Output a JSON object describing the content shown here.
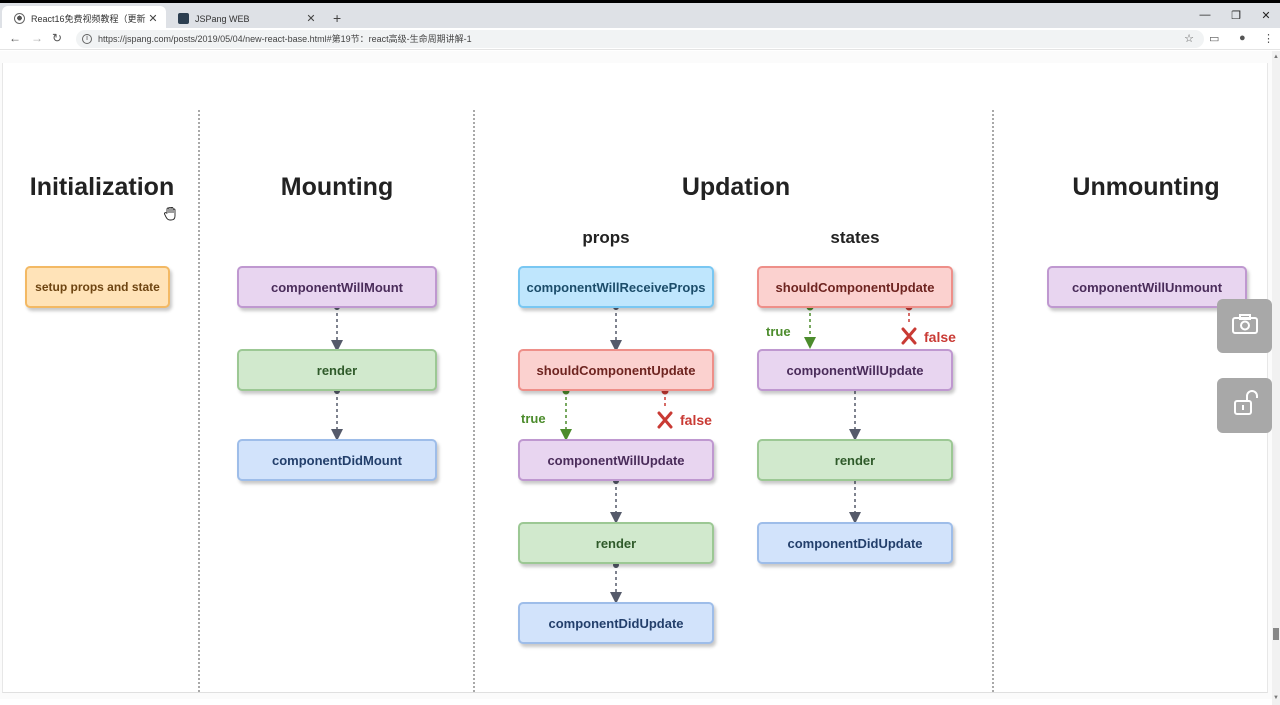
{
  "browser": {
    "tabs": [
      {
        "title": "React16免费视频教程（更新到",
        "active": true
      },
      {
        "title": "JSPang WEB",
        "active": false
      }
    ],
    "url": "https://jspang.com/posts/2019/05/04/new-react-base.html#第19节：react高级-生命周期讲解-1",
    "window_controls": {
      "minimize": "—",
      "restore": "❐",
      "close": "✕"
    }
  },
  "diagram": {
    "phases": {
      "initialization": "Initialization",
      "mounting": "Mounting",
      "updation": "Updation",
      "unmounting": "Unmounting"
    },
    "subheads": {
      "props": "props",
      "states": "states"
    },
    "initialization": {
      "setup": "setup props and state"
    },
    "mounting": {
      "will_mount": "componentWillMount",
      "render": "render",
      "did_mount": "componentDidMount"
    },
    "props_flow": {
      "will_receive_props": "componentWillReceiveProps",
      "should_update": "shouldComponentUpdate",
      "will_update": "componentWillUpdate",
      "render": "render",
      "did_update": "componentDidUpdate",
      "true_label": "true",
      "false_label": "false"
    },
    "states_flow": {
      "should_update": "shouldComponentUpdate",
      "will_update": "componentWillUpdate",
      "render": "render",
      "did_update": "componentDidUpdate",
      "true_label": "true",
      "false_label": "false"
    },
    "unmounting": {
      "will_unmount": "componentWillUnmount"
    }
  },
  "colors": {
    "orange": "#ffe3b8",
    "purple": "#e8d5f0",
    "green": "#d1e9cd",
    "blue": "#d2e3fb",
    "cyan": "#bfe6fd",
    "red": "#fbd1cf",
    "true_green": "#4c8c2c",
    "false_red": "#c93a34"
  },
  "icons": {
    "camera": "camera-icon",
    "lock": "unlock-icon",
    "cursor": "hand-cursor-icon"
  }
}
